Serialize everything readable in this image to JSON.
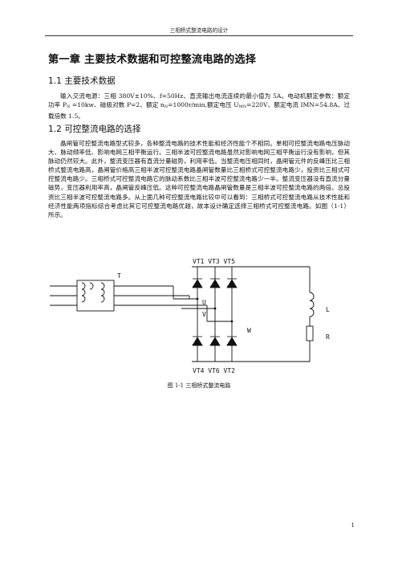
{
  "header": {
    "title": "三相桥式整流电路的设计"
  },
  "chapter_title": "第一章  主要技术数据和可控整流电路的选择",
  "section1": {
    "heading": "1.1  主要技术数据",
    "p1_prefix": "输入交流电源：三相 380V±10%、f=50Hz、直流输出电流连续的最小值为 5A。电动机额定参数：额定功率 P",
    "p1_sub1": "N",
    "p1_mid1": " =10kw、磁极对数 P=2、额定 n",
    "p1_sub2": "N",
    "p1_mid2": "=1000r/min,额定电压 U",
    "p1_sub3": "MN",
    "p1_suffix": "=220V、额定电流 IMN=54.8A、过载倍数 1.5。"
  },
  "section2": {
    "heading": "1.2  可控整流电路的选择",
    "paragraph": "晶闸管可控整流电路型式较多，各种整流电路的技术性能和经济性能个不相同。单相可控整流电路电压脉动大、脉动频率低、影响电网三相平衡运行。三相半波可控整流电路虽然对影响电网三相平衡运行没有影响，但其脉动仍然较大。此外，整流变压器有直流分量磁势，利用率低。当整流电压相同时，晶闸管元件的反峰压比三相桥式整流电路高，晶闸管价格高三相半波可控整流电路晶闸管数量比三相桥式可控整流电路少，投资比三相式可控整流电路少。三相桥式可控整流电路它的脉动系数比三相半波可控整流电路少一半。整流变压器没有直流分量磁势，变压器利用率高，晶闸管反峰压低。这种可控整流电路晶闸管数量是三相半波可控整流电路的两倍。总投资比三相半波可控整流电路多。从上面几种可控整流电路比较中可以看到：三相桥式可控整流电路从技术性能和经济性能两项指标综合考虑比其它可控整流电路优越，故本设计确定选择三相桥式可控整流电路。如图（1-1）所示。"
  },
  "diagram": {
    "top_label": "VT1  VT3  VT5",
    "bottom_label": "VT4  VT6  VT2",
    "transformer_label": "T",
    "phase_u": "U",
    "phase_v": "V",
    "phase_w": "W",
    "inductor_label": "L",
    "resistor_label": "R"
  },
  "figure_caption": "图 1-1  三相桥式整流电路",
  "page_number": "1"
}
